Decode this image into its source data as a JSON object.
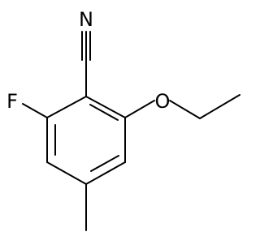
{
  "molecule": {
    "atoms": {
      "nitrogen": "N",
      "fluorine": "F",
      "oxygen": "O"
    },
    "colors": {
      "bond": "#000000",
      "label": "#000000",
      "background": "#ffffff"
    }
  }
}
